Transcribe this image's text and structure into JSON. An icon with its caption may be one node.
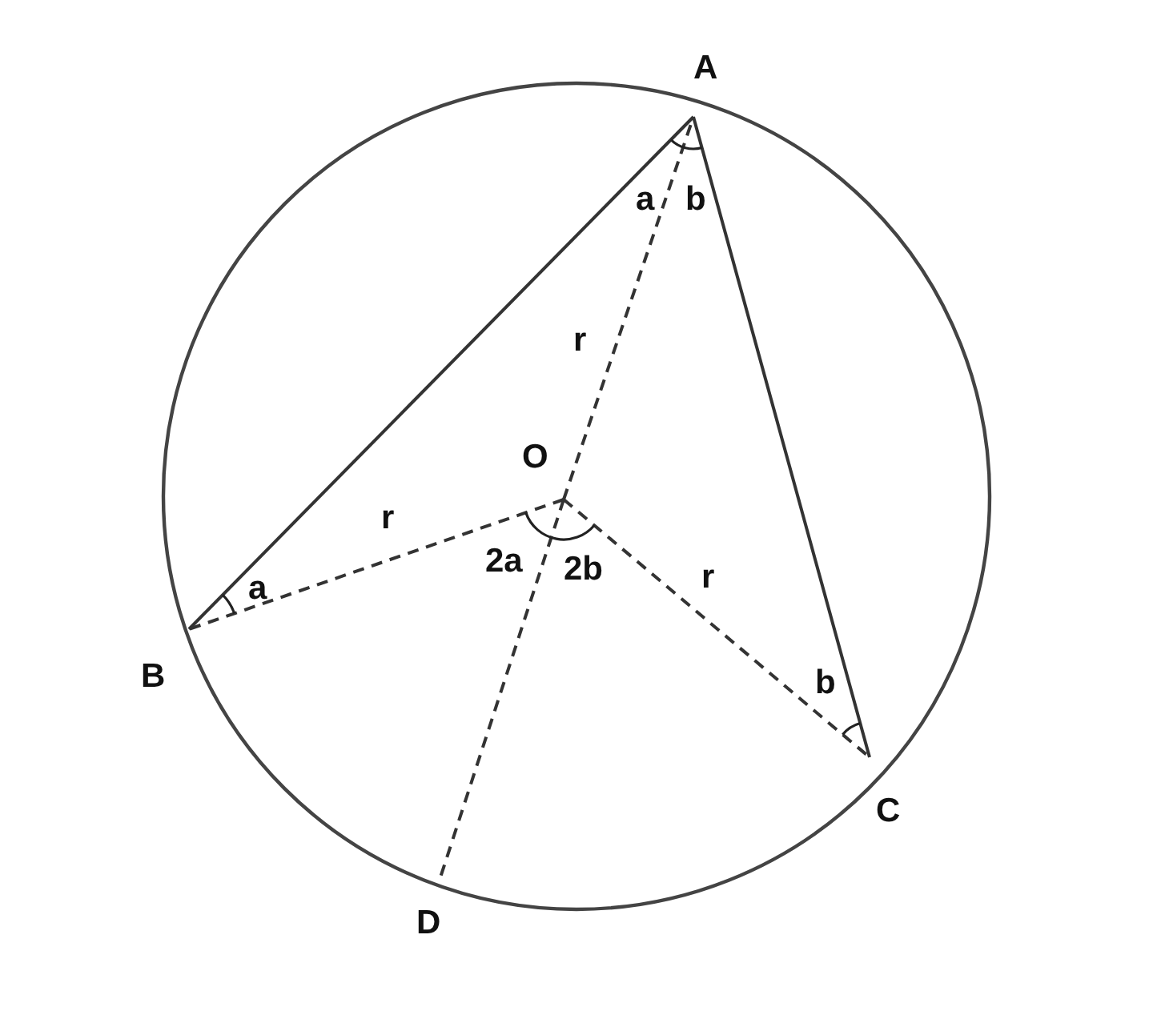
{
  "diagram": {
    "nodes": [
      {
        "text": [
          "A"
        ]
      },
      {
        "text": [
          "O"
        ]
      },
      {
        "text": [
          "B"
        ]
      },
      {
        "text": [
          "C"
        ]
      },
      {
        "text": [
          "D"
        ]
      }
    ],
    "edges": [
      {
        "from": 0,
        "to": 2,
        "arrow": "none"
      },
      {
        "from": 0,
        "to": 3,
        "arrow": "none"
      },
      {
        "from": 1,
        "to": 0,
        "arrow": "none",
        "style": "dashed"
      },
      {
        "from": 1,
        "to": 2,
        "arrow": "none",
        "style": "dashed"
      },
      {
        "from": 1,
        "to": 3,
        "arrow": "none",
        "style": "dashed"
      },
      {
        "from": 1,
        "to": 4,
        "arrow": "none",
        "style": "dashed"
      }
    ],
    "labels": [
      "a",
      "b",
      "r",
      "r",
      "2a",
      "2b",
      "r",
      "a",
      "b"
    ]
  }
}
